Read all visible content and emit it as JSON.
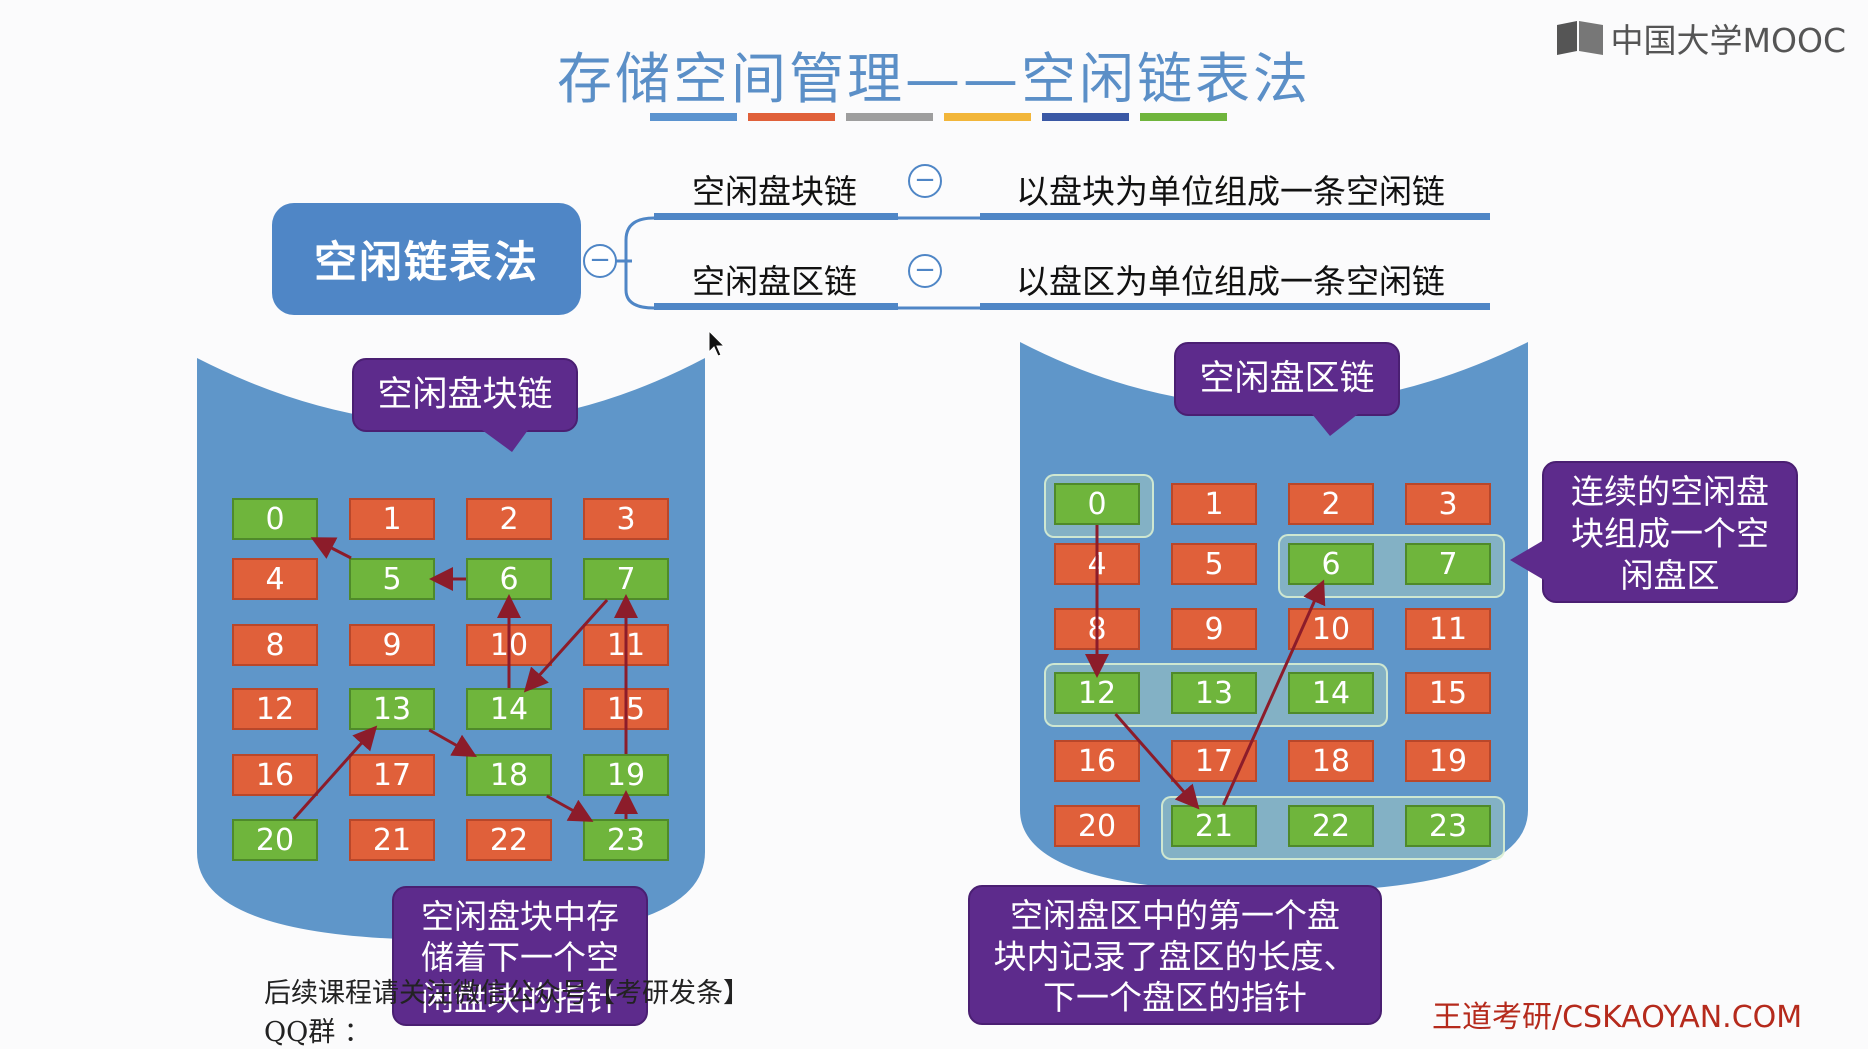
{
  "title": "存储空间管理——空闲链表法",
  "title_bar_colors": [
    "#5b93cf",
    "#e0603a",
    "#9e9e9e",
    "#f2b63a",
    "#3a58a5",
    "#6fb53c"
  ],
  "logo": {
    "text": "中国大学MOOC",
    "icon": "mooc-book-icon"
  },
  "mindmap": {
    "root": "空闲链表法",
    "branches": [
      {
        "label": "空闲盘块链",
        "desc": "以盘块为单位组成一条空闲链"
      },
      {
        "label": "空闲盘区链",
        "desc": "以盘区为单位组成一条空闲链"
      }
    ]
  },
  "left_disk": {
    "heading": "空闲盘块链",
    "blocks": [
      "0",
      "1",
      "2",
      "3",
      "4",
      "5",
      "6",
      "7",
      "8",
      "9",
      "10",
      "11",
      "12",
      "13",
      "14",
      "15",
      "16",
      "17",
      "18",
      "19",
      "20",
      "21",
      "22",
      "23"
    ],
    "free": [
      0,
      5,
      6,
      7,
      13,
      14,
      18,
      19,
      20,
      23
    ],
    "chain": [
      20,
      13,
      18,
      23,
      19,
      7,
      14,
      6,
      5,
      0
    ],
    "note_lines": [
      "空闲盘块中存",
      "储着下一个空",
      "闲盘块的指针"
    ]
  },
  "right_disk": {
    "heading": "空闲盘区链",
    "blocks": [
      "0",
      "1",
      "2",
      "3",
      "4",
      "5",
      "6",
      "7",
      "8",
      "9",
      "10",
      "11",
      "12",
      "13",
      "14",
      "15",
      "16",
      "17",
      "18",
      "19",
      "20",
      "21",
      "22",
      "23"
    ],
    "free": [
      0,
      6,
      7,
      12,
      13,
      14,
      21,
      22,
      23
    ],
    "extents": [
      [
        0
      ],
      [
        6,
        7
      ],
      [
        12,
        13,
        14
      ],
      [
        21,
        22,
        23
      ]
    ],
    "extent_chain": [
      0,
      12,
      21,
      6
    ],
    "side_note_lines": [
      "连续的空闲盘",
      "块组成一个空",
      "闲盘区"
    ],
    "note_lines": [
      "空闲盘区中的第一个盘",
      "块内记录了盘区的长度、",
      "下一个盘区的指针"
    ]
  },
  "footer": {
    "left": "后续课程请关注微信公众号【考研发条】",
    "left2": "QQ群 ：",
    "right": "王道考研/CSKAOYAN.COM"
  },
  "colors": {
    "free": "#6fb53c",
    "used": "#e0603a",
    "disk": "#5f96c9",
    "callout": "#5d2b8c",
    "arrow": "#8c1c2a",
    "accent": "#4f86c6"
  }
}
